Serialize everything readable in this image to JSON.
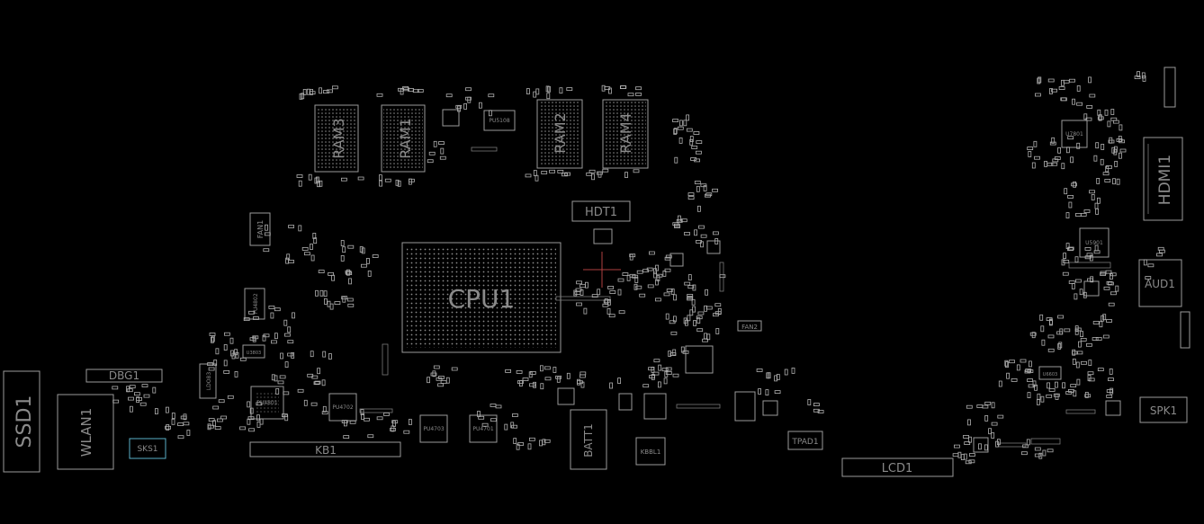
{
  "board": {
    "background": "#000000",
    "outline_color": "#9a9a9a",
    "cursor_color": "#b04040"
  },
  "labels": {
    "cpu": "CPU1",
    "ram1": "RAM1",
    "ram2": "RAM2",
    "ram3": "RAM3",
    "ram4": "RAM4",
    "hdt": "HDT1",
    "hdmi": "HDMI1",
    "aud": "AUD1",
    "spk": "SPK1",
    "lcd": "LCD1",
    "ssd": "SSD1",
    "wlan": "WLAN1",
    "dbg": "DBG1",
    "kb": "KB1",
    "batt": "BATT1",
    "tpad": "TPAD1",
    "fan1": "FAN1",
    "fan2": "FAN2",
    "kbbl": "KBBL1",
    "sks": "SKS1",
    "u7801": "U7801",
    "u5901": "U5901",
    "pu5108": "PU5108",
    "pu4801": "PU4801",
    "pu4702": "PU4702",
    "pu4703": "PU4703",
    "pu4701": "PU4701",
    "u6603": "U6603",
    "u3803": "U3803",
    "ldo": "LDO83",
    "pu4802": "PU4802"
  }
}
